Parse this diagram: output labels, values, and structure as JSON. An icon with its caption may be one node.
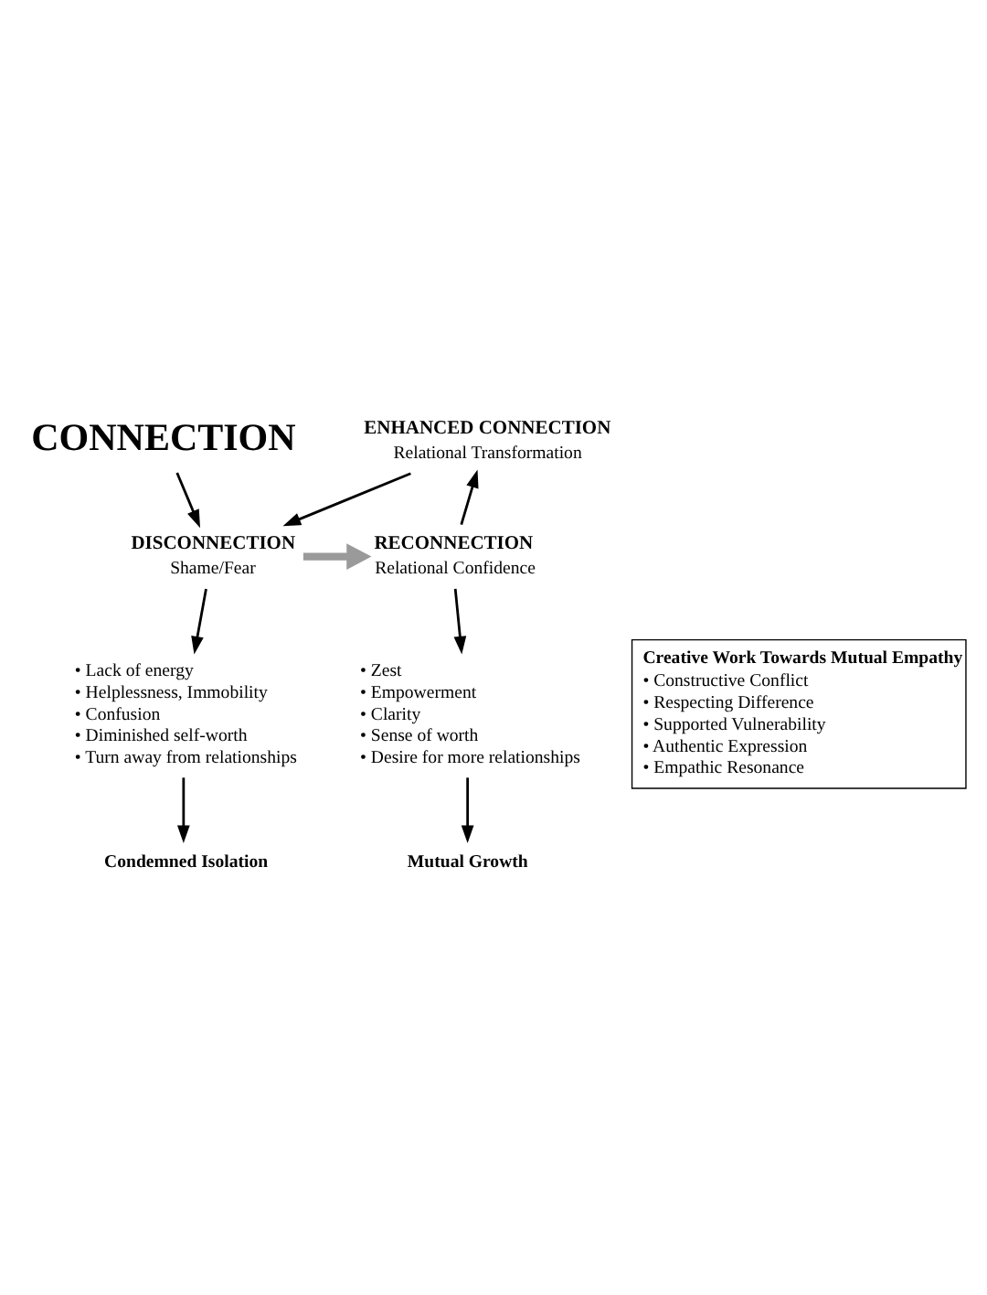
{
  "diagram": {
    "nodes": [
      {
        "text": [
          "CONNECTION"
        ]
      },
      {
        "text": [
          "ENHANCED CONNECTION",
          "Relational Transformation"
        ]
      },
      {
        "text": [
          "RECONNECTION",
          "Relational Confidence"
        ]
      },
      {
        "text": [
          "DISCONNECTION",
          "Shame/Fear"
        ]
      },
      {
        "text": [
          "Creative Work Towards Mutual Empathy",
          "• Constructive Conflict",
          "• Respecting Difference",
          "• Supported Vulnerability",
          "• Authentic Expression",
          "• Empathic Resonance"
        ]
      },
      {
        "text": [
          "• Zest",
          "• Empowerment",
          "• Clarity",
          "• Sense of worth",
          "• Desire for more relationships"
        ]
      },
      {
        "text": [
          "• Lack of energy",
          "• Helplessness, Immobility",
          "• Confusion",
          "• Diminished self-worth",
          "• Turn away from relationships"
        ]
      },
      {
        "text": [
          "Mutual Growth"
        ]
      },
      {
        "text": [
          "Condemned Isolation"
        ]
      }
    ],
    "edges": [
      {
        "from": 0,
        "to": 3,
        "arrow": "to"
      },
      {
        "from": 1,
        "to": 3,
        "arrow": "to"
      },
      {
        "from": 3,
        "to": 2,
        "arrow": "to",
        "style": "thick",
        "color": "#9a9a9a"
      },
      {
        "from": 2,
        "to": 1,
        "arrow": "to"
      },
      {
        "from": 2,
        "to": 5,
        "arrow": "to"
      },
      {
        "from": 3,
        "to": 6,
        "arrow": "to"
      },
      {
        "from": 5,
        "to": 7,
        "arrow": "to"
      },
      {
        "from": 6,
        "to": 8,
        "arrow": "to"
      }
    ]
  }
}
